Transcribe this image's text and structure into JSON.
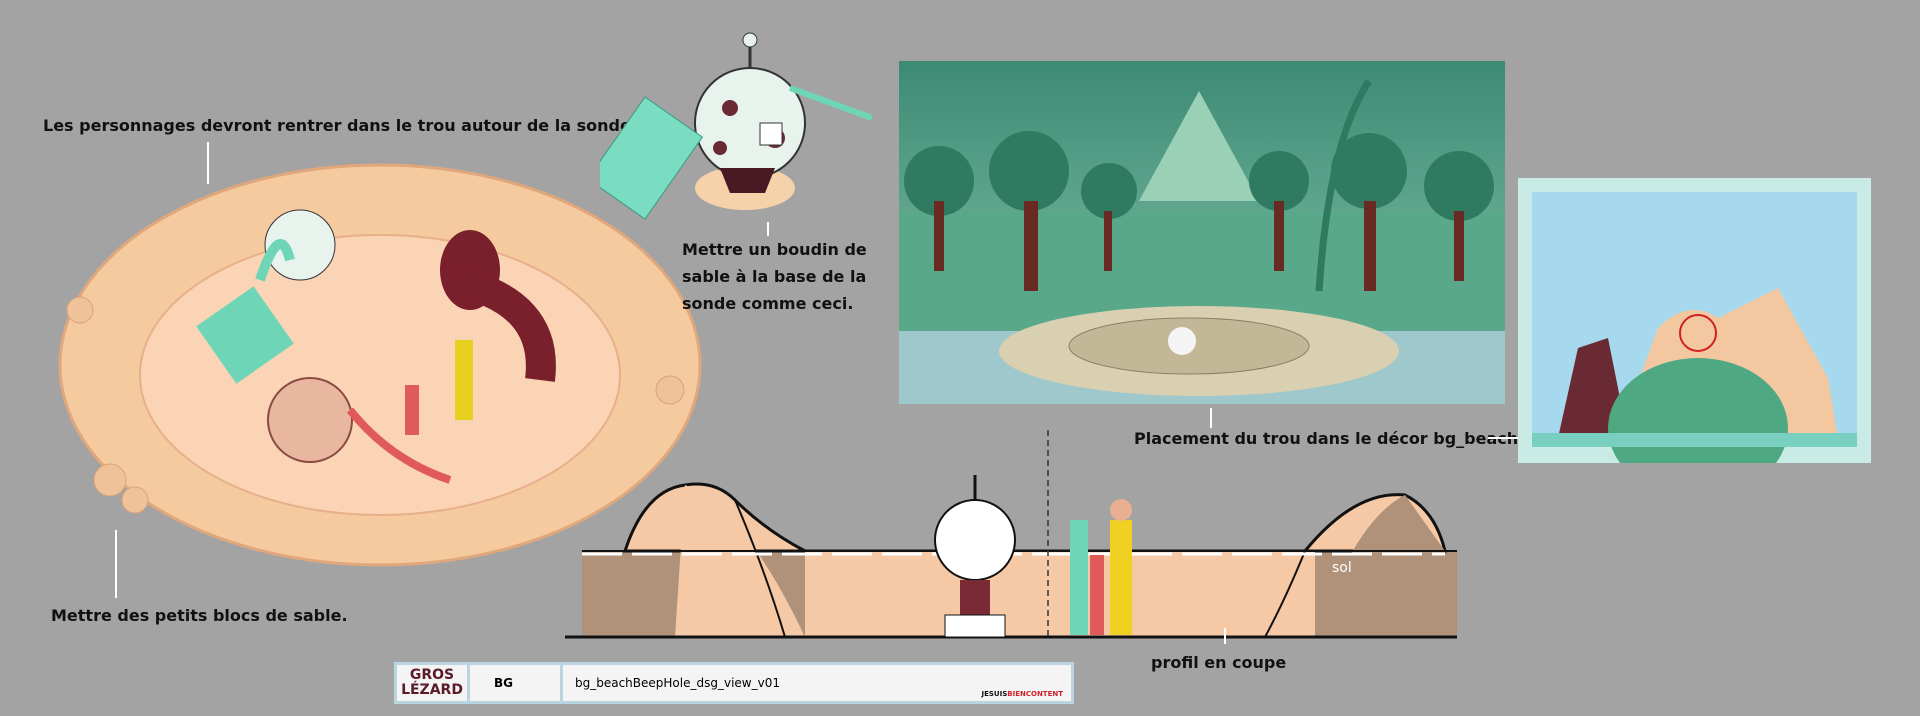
{
  "notes": {
    "characters_hole": "Les personnages devront rentrer dans le trou autour de la sonde.",
    "sand_blocks": "Mettre des petits blocs de sable.",
    "sand_sausage": [
      "Mettre un boudin de",
      "sable à la base de la",
      "sonde comme ceci."
    ],
    "placement": "Placement du trou dans le décor bg_beach.",
    "profile": "profil en coupe",
    "ground_label": "sol"
  },
  "title_block": {
    "studio_logo": [
      "GROS",
      "LÉZARD"
    ],
    "category": "BG",
    "filename": "bg_beachBeepHole_dsg_view_v01",
    "brand": {
      "part1": "JESUIS",
      "part2": "BIEN",
      "part3": "CONTENT"
    }
  },
  "colors": {
    "background": "#a3a3a3",
    "sand": "#f6c9a6",
    "ground": "#b0927a",
    "sky": "#a6d8ee",
    "forest": "#3d8a70"
  }
}
